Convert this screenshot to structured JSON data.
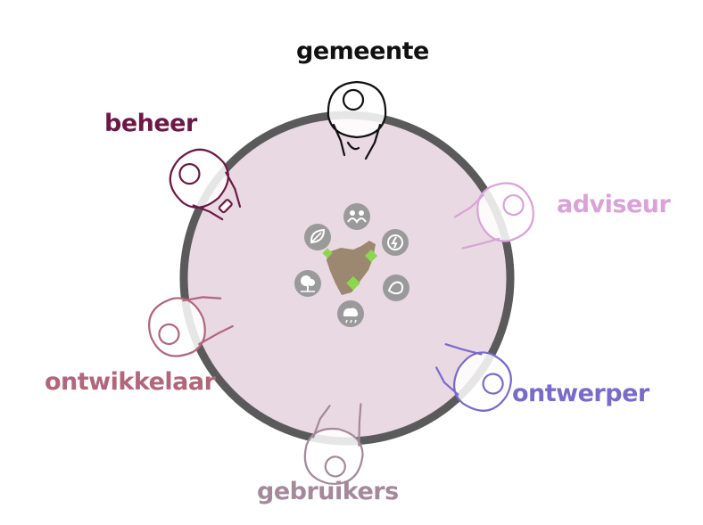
{
  "roles": {
    "gemeente": {
      "label": "gemeente",
      "color": "#111111"
    },
    "beheer": {
      "label": "beheer",
      "color": "#6b1a45"
    },
    "adviseur": {
      "label": "adviseur",
      "color": "#d9a2d9"
    },
    "ontwikkelaar": {
      "label": "ontwikkelaar",
      "color": "#b0667c"
    },
    "ontwerper": {
      "label": "ontwerper",
      "color": "#7a6ac9"
    },
    "gebruikers": {
      "label": "gebruikers",
      "color": "#a3899a"
    }
  },
  "table": {
    "fill": "#e9d9e2",
    "stroke": "#5a5a5a"
  },
  "center": {
    "site_color": "#9c8770",
    "marker_color": "#8bd84c",
    "icon_bg": "#9a9a9a",
    "icons": [
      "leaf-icon",
      "group-icon",
      "energy-icon",
      "water-icon",
      "weather-icon",
      "tree-icon"
    ]
  }
}
